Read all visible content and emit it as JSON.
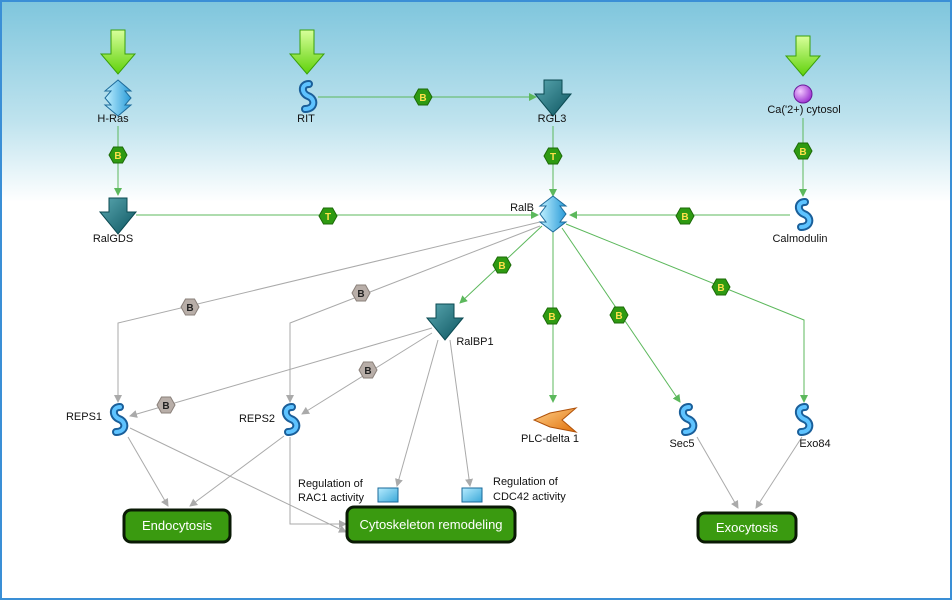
{
  "nodes": {
    "hras": "H-Ras",
    "rit": "RIT",
    "rgl3": "RGL3",
    "ca": "Ca('2+) cytosol",
    "ralgds": "RalGDS",
    "ralb": "RalB",
    "calmodulin": "Calmodulin",
    "ralbp1": "RalBP1",
    "reps1": "REPS1",
    "reps2": "REPS2",
    "plc": "PLC-delta 1",
    "sec5": "Sec5",
    "exo84": "Exo84",
    "rac1_line1": "Regulation of",
    "rac1_line2": "RAC1 activity",
    "cdc42_line1": "Regulation of",
    "cdc42_line2": "CDC42 activity"
  },
  "processes": {
    "endocytosis": "Endocytosis",
    "cytoskeleton": "Cytoskeleton remodeling",
    "exocytosis": "Exocytosis"
  },
  "edge_labels": {
    "hras_ralgds": "B",
    "rit_rgl3": "B",
    "rgl3_ralb": "T",
    "ca_calmodulin": "B",
    "ralgds_ralb": "T",
    "calmodulin_ralb": "B",
    "ralb_ralbp1": "B",
    "ralb_plc": "B",
    "ralb_sec5": "B",
    "ralb_exo84": "B",
    "ralb_reps1": "B",
    "ralb_reps2": "B",
    "ralbp1_reps2": "B",
    "ralbp1_reps1": "B"
  },
  "colors": {
    "active_edge": "#5cb85c",
    "inactive_edge": "#aaaaaa",
    "active_hex": "#2e9a12",
    "inactive_hex": "#b8aea8",
    "process_fill": "#3a9a10",
    "process_border": "#0a1a05"
  }
}
